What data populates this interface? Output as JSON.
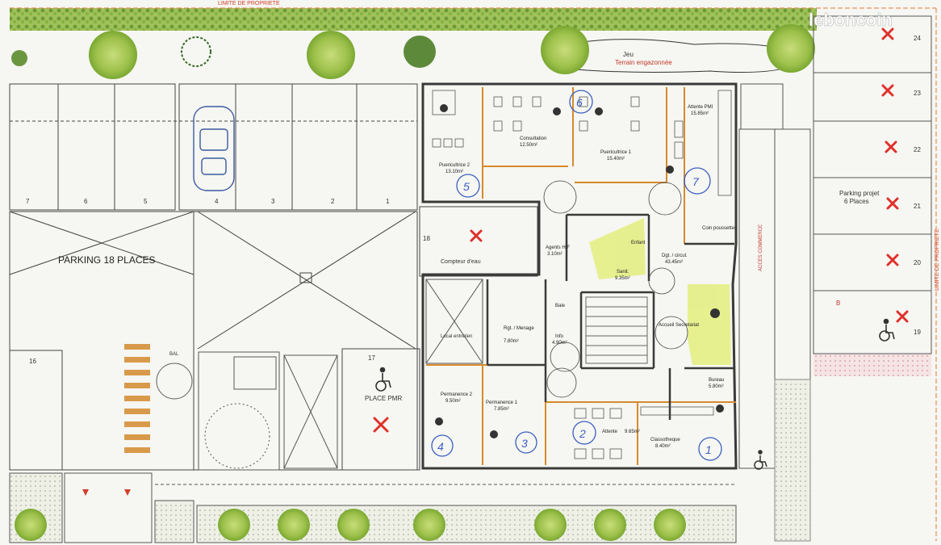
{
  "watermark": "leboncoin",
  "top_label": "LIMITE DE PROPRIETE",
  "right_label": "LIMITE DE PROPRIETE",
  "garden": {
    "title": "Jeu",
    "subtitle": "Terrain engazonnée"
  },
  "parking": {
    "title": "PARKING 18 PLACES",
    "top_spaces": [
      "7",
      "6",
      "5",
      "4",
      "3",
      "2",
      "1"
    ],
    "space_18": "18",
    "space_17": "17",
    "space_16": "16",
    "pmr_label": "PLACE PMR",
    "counter_label": "Compteur d'eau"
  },
  "parking_projet": {
    "title": "Parking projet",
    "subtitle": "6 Places",
    "spaces": [
      "24",
      "23",
      "22",
      "21",
      "20",
      "19"
    ]
  },
  "rooms": {
    "consultation": {
      "name": "Consultation",
      "area": "12.50m²"
    },
    "puericultrice1": {
      "name": "Puericultrice 1",
      "area": "15.40m²"
    },
    "puericultrice2": {
      "name": "Puericultrice 2",
      "area": "13.10m²"
    },
    "attente_pmi": {
      "name": "Attente PMI",
      "area": "15.85m²"
    },
    "coin_poussettes": {
      "name": "Coin poussettes"
    },
    "degagement": {
      "name": "Dgt. / circul.",
      "area": "43.45m²"
    },
    "sanitaires": {
      "name": "Sanit.",
      "area": "9.35m²"
    },
    "enfant": {
      "name": "Enfant"
    },
    "agents": {
      "name": "Agents H/F",
      "area": "3.10m²"
    },
    "menage": {
      "name": "Rgt. / Menage",
      "area": "7.80m²"
    },
    "info": {
      "name": "Info",
      "area": "4.90m²"
    },
    "accueil": {
      "name": "Accueil Secretariat"
    },
    "bureau": {
      "name": "Bureau",
      "area": "5.80m²"
    },
    "permanence2": {
      "name": "Permanence 2",
      "area": "9.50m²"
    },
    "permanence1": {
      "name": "Permanence 1",
      "area": "7.85m²"
    },
    "attente": {
      "name": "Attente",
      "area": "9.65m²"
    },
    "classotheque": {
      "name": "Classotheque",
      "area": "8.40m²"
    },
    "local": {
      "name": "Local entretien"
    },
    "bal": {
      "name": "BAL"
    },
    "baie": {
      "name": "Baie"
    }
  },
  "circles": [
    "6",
    "5",
    "7",
    "4",
    "3",
    "2",
    "1"
  ],
  "acces": "ACCES COMMERCE",
  "marker_b": "B"
}
